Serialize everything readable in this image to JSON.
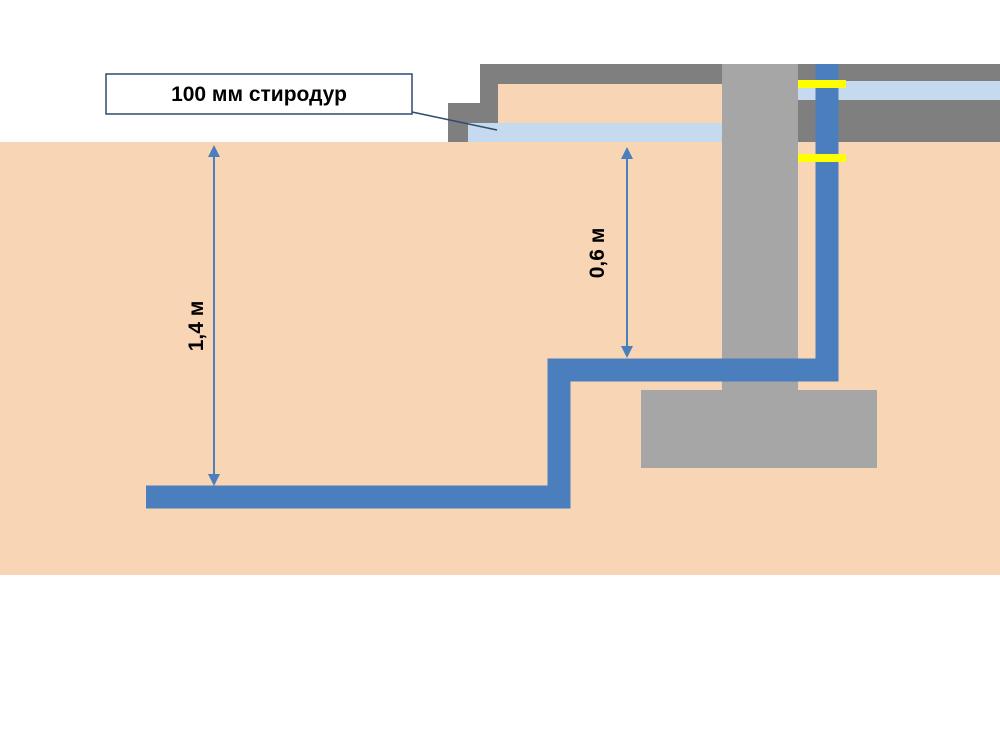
{
  "labels": {
    "insulation_callout": "100 мм стиродур",
    "depth_total": "1,4 м",
    "depth_insulated": "0,6 м"
  },
  "colors": {
    "soil": "#f8d5b5",
    "pipe": "#4a7ebd",
    "concrete": "#a6a6a6",
    "slab": "#7f7f7f",
    "insulation": "#c5d9ef",
    "clamp": "#ffff00",
    "callout_border": "#2e4b6e"
  }
}
